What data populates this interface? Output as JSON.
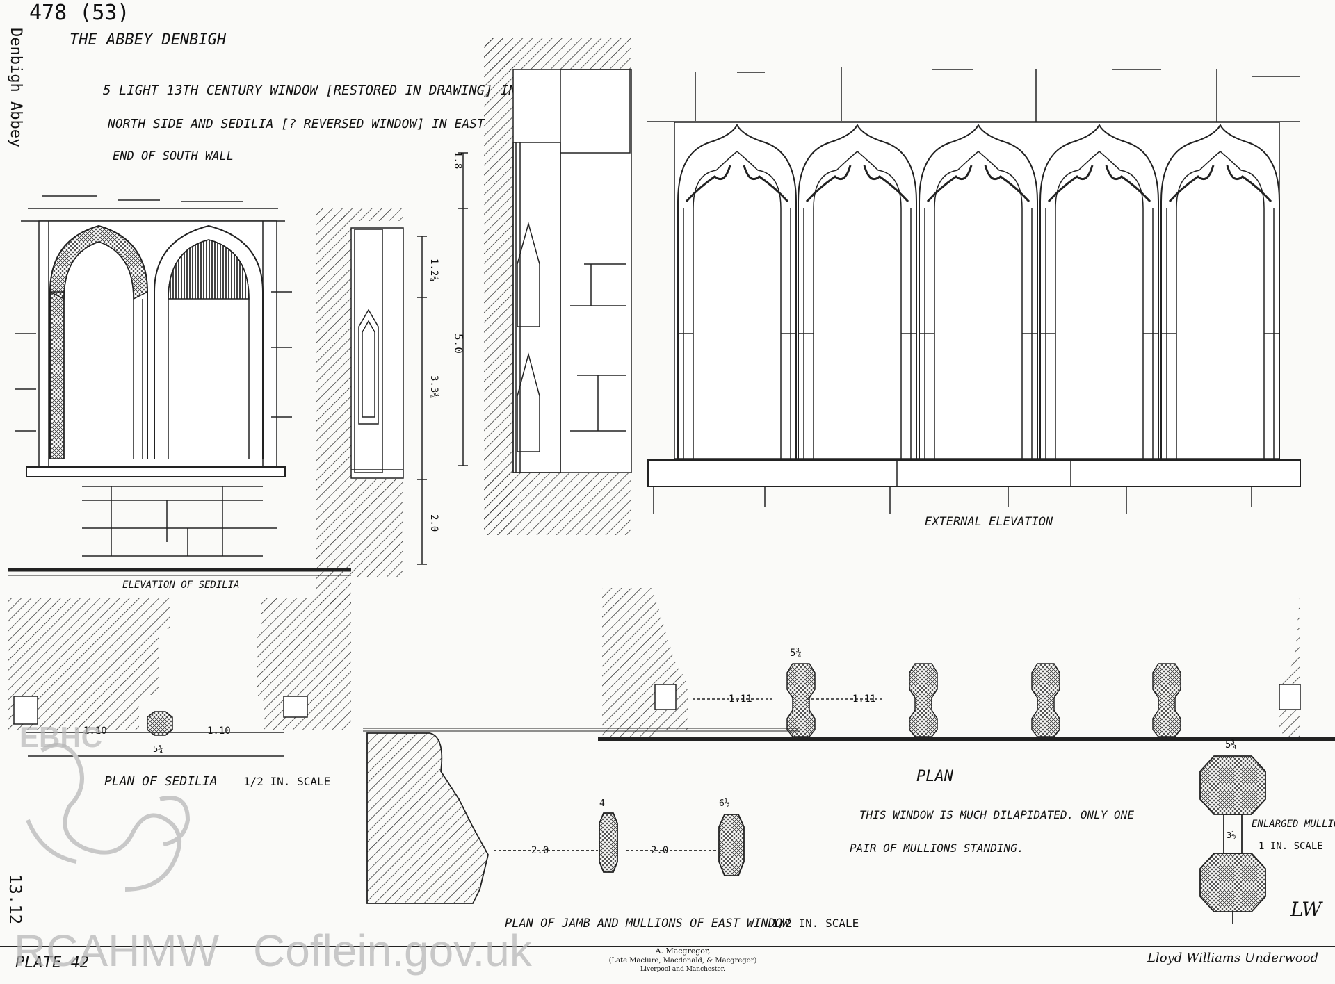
{
  "header": {
    "ref_number": "478 (53)",
    "title": "THE ABBEY DENBIGH",
    "caption_line1": "5 LIGHT 13TH CENTURY WINDOW [RESTORED IN DRAWING] IN",
    "caption_line2": "NORTH SIDE AND SEDILIA [? REVERSED WINDOW] IN EAST",
    "caption_line3": "END OF SOUTH WALL",
    "margin_note": "Denbigh Abbey"
  },
  "drawings": {
    "sedilia_elevation_label": "ELEVATION OF SEDILIA",
    "external_elevation_label": "EXTERNAL ELEVATION",
    "plan_sedilia_label": "PLAN OF SEDILIA",
    "plan_sedilia_scale": "1/2 IN. SCALE",
    "plan_label": "PLAN",
    "plan_note_line1": "THIS WINDOW IS MUCH DILAPIDATED. ONLY ONE",
    "plan_note_line2": "PAIR OF MULLIONS STANDING.",
    "enlarged_label": "ENLARGED MULLION",
    "enlarged_scale": "1 IN. SCALE",
    "jamb_plan_label": "PLAN OF JAMB AND MULLIONS OF EAST WINDOW",
    "jamb_plan_scale": "1/2 IN. SCALE"
  },
  "dimensions": {
    "d_1_8": "1.8",
    "d_1_2_3q": "1.2¾",
    "d_3_3q": "3.3¾",
    "d_5_0": "5.0",
    "d_2_0v": "2.0",
    "d_1_11_a": "1.11",
    "d_1_11_b": "1.11",
    "d_5_3q_a": "5¾",
    "d_5_3q_b": "5¾",
    "d_1_10_a": "1.10",
    "d_1_10_b": "1.10",
    "d_5_3q_c": "5¾",
    "d_3_half": "3½",
    "d_2_0_a": "2.0",
    "d_2_0_b": "2.0",
    "d_4": "4",
    "d_6_half": "6½"
  },
  "footer": {
    "plate": "PLATE 42",
    "printer_line1": "A. Macgregor,",
    "printer_line2": "(Late Maclure, Macdonald, & Macgregor)",
    "printer_line3": "Liverpool and Manchester.",
    "signature": "Lloyd Williams Underwood",
    "monogram": "LW",
    "side_note": "13.12"
  },
  "watermarks": {
    "rcahmw": "RCAHMW",
    "coflein": "Coflein.gov.uk",
    "ebhc": "EBHC"
  }
}
